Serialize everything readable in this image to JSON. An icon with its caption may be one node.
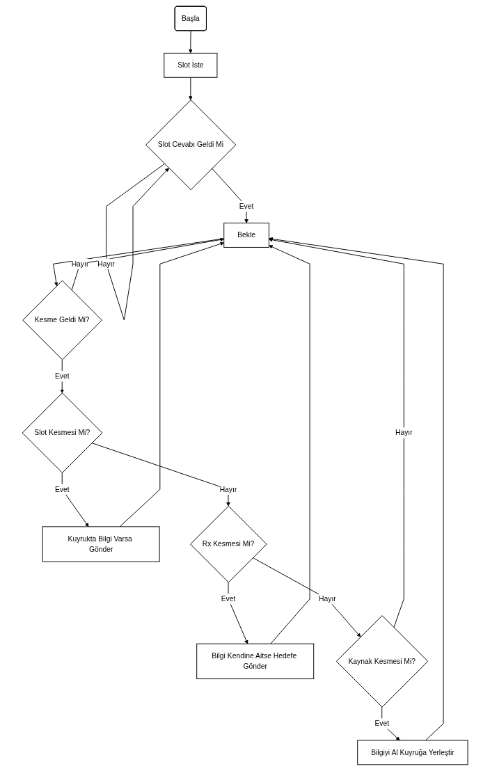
{
  "diagram": {
    "nodes": [
      {
        "text": [
          "Başla"
        ]
      },
      {
        "text": [
          "Slot İste"
        ]
      },
      {
        "text": [
          "Slot Cevabı Geldi Mi"
        ]
      },
      {
        "text": [
          "Bekle"
        ]
      },
      {
        "text": [
          "Kesme Geldi Mi?"
        ]
      },
      {
        "text": [
          "Slot Kesmesi Mi?"
        ]
      },
      {
        "text": [
          "Kuyrukta Bilgi Varsa Gönder"
        ]
      },
      {
        "text": [
          "Rx Kesmesi Mi?"
        ]
      },
      {
        "text": [
          "Bilgi Kendine Aitse Hedefe Gönder"
        ]
      },
      {
        "text": [
          "Kaynak Kesmesi Mi?"
        ]
      },
      {
        "text": [
          "Bilgiyi Al Kuyruğa Yerleştir"
        ]
      }
    ],
    "edges": [
      {
        "from": 0,
        "to": 1,
        "arrow": "to"
      },
      {
        "from": 1,
        "to": 2,
        "arrow": "to"
      },
      {
        "from": 2,
        "to": 2,
        "label": "Hayır",
        "arrow": "to"
      },
      {
        "from": 2,
        "to": 3,
        "label": "Evet",
        "arrow": "to"
      },
      {
        "from": 3,
        "to": 4,
        "arrow": "to"
      },
      {
        "from": 4,
        "to": 3,
        "label": "Hayır",
        "arrow": "to"
      },
      {
        "from": 4,
        "to": 5,
        "label": "Evet",
        "arrow": "to"
      },
      {
        "from": 5,
        "to": 6,
        "label": "Evet",
        "arrow": "to"
      },
      {
        "from": 5,
        "to": 7,
        "label": "Hayır",
        "arrow": "to"
      },
      {
        "from": 6,
        "to": 3,
        "arrow": "to"
      },
      {
        "from": 7,
        "to": 8,
        "label": "Evet",
        "arrow": "to"
      },
      {
        "from": 7,
        "to": 9,
        "label": "Hayır",
        "arrow": "to"
      },
      {
        "from": 8,
        "to": 3,
        "arrow": "to"
      },
      {
        "from": 9,
        "to": 10,
        "label": "Evet",
        "arrow": "to"
      },
      {
        "from": 9,
        "to": 3,
        "label": "Hayır",
        "arrow": "to"
      },
      {
        "from": 10,
        "to": 3,
        "arrow": "to"
      }
    ]
  }
}
